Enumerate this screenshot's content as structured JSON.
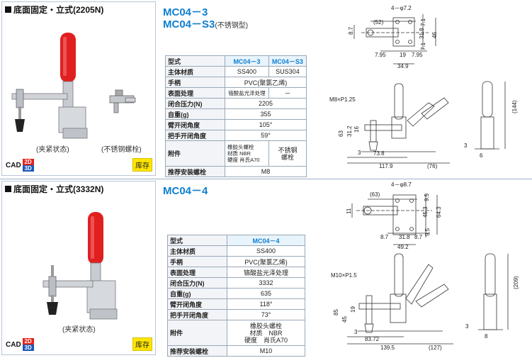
{
  "sections": [
    {
      "title": "底面固定・立式(2205N)",
      "captions": [
        "(夹紧状态)",
        "(不锈钢螺栓)"
      ],
      "cad_label": "CAD",
      "cad_2d": "2D",
      "cad_3d": "3D",
      "stock_label": "库存",
      "model_line1": "MC04－3",
      "model_line2": "MC04－S3",
      "model_line2_note": "(不锈钢型)",
      "table": {
        "header": [
          "型式",
          "MC04－3",
          "MC04－S3"
        ],
        "rows": [
          {
            "label": "主体材质",
            "values": [
              "SS400",
              "SUS304"
            ]
          },
          {
            "label": "手柄",
            "value": "PVC(聚氯乙烯)"
          },
          {
            "label": "表面处理",
            "values": [
              "铬酸盐光泽处理",
              "－"
            ]
          },
          {
            "label": "闭合压力(N)",
            "value": "2205"
          },
          {
            "label": "自重(g)",
            "value": "355"
          },
          {
            "label": "臂开闭角度",
            "value": "105°"
          },
          {
            "label": "把手开闭角度",
            "value": "59°"
          },
          {
            "label": "附件",
            "values": [
              "橡胶头螺栓\n材质 NBR\n硬度 肖氏A70",
              "不锈钢\n螺栓"
            ]
          },
          {
            "label": "推荐安装螺栓",
            "value": "M8"
          }
        ]
      },
      "dims": {
        "top": [
          "4－φ7.2",
          "(52)",
          "8.7",
          "7.1",
          "31.8",
          "46",
          "7.1",
          "7.95",
          "19",
          "7.95",
          "34.9"
        ],
        "side": [
          "M8×P1.25",
          "63",
          "31.2",
          "16",
          "3",
          "73.8",
          "117.9",
          "(76)"
        ],
        "end": [
          "(144)",
          "3",
          "6"
        ]
      }
    },
    {
      "title": "底面固定・立式(3332N)",
      "captions": [
        "(夹紧状态)"
      ],
      "cad_label": "CAD",
      "cad_2d": "2D",
      "cad_3d": "3D",
      "stock_label": "库存",
      "model_line1": "MC04－4",
      "table": {
        "header": [
          "型式",
          "MC04－4"
        ],
        "rows": [
          {
            "label": "主体材质",
            "value": "SS400"
          },
          {
            "label": "手柄",
            "value": "PVC(聚氯乙烯)"
          },
          {
            "label": "表面处理",
            "value": "铬酸盐光泽处理"
          },
          {
            "label": "闭合压力(N)",
            "value": "3332"
          },
          {
            "label": "自重(g)",
            "value": "635"
          },
          {
            "label": "臂开闭角度",
            "value": "118°"
          },
          {
            "label": "把手开闭角度",
            "value": "73°"
          },
          {
            "label": "附件",
            "value": "橡胶头螺栓\n材质　NBR\n硬度　肖氏A70"
          },
          {
            "label": "推荐安装螺栓",
            "value": "M10"
          }
        ]
      },
      "dims": {
        "top": [
          "4－φ8.7",
          "(63)",
          "11",
          "9.5",
          "45.3",
          "64.3",
          "9.5",
          "8.7",
          "31.8",
          "8.7",
          "49.2"
        ],
        "side": [
          "M10×P1.5",
          "85",
          "45",
          "19",
          "3",
          "83.72",
          "139.5",
          "(127)"
        ],
        "end": [
          "(209)",
          "3",
          "8"
        ]
      }
    }
  ],
  "colors": {
    "accent_blue": "#0f7fcf",
    "handle_red": "#e02020",
    "stock_yellow": "#ffe500",
    "cad_2d_red": "#e2231a",
    "cad_3d_blue": "#1a57b8"
  }
}
